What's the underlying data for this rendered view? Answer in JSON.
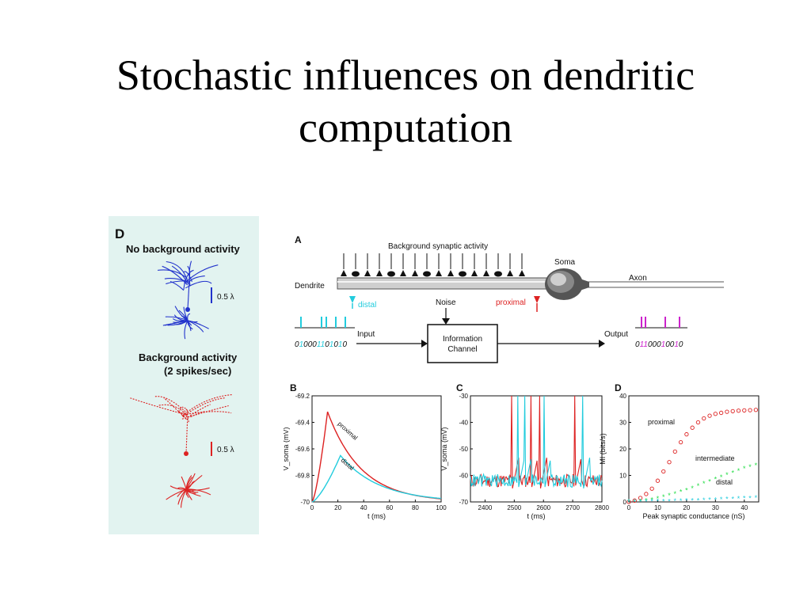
{
  "slide": {
    "title_line1": "Stochastic influences on dendritic",
    "title_line2": "computation"
  },
  "colors": {
    "left_bg": "#e2f3f0",
    "blue_neuron": "#2233cc",
    "red_neuron": "#dd2222",
    "cyan": "#22ccdd",
    "magenta": "#cc22cc",
    "red": "#dd2222",
    "green": "#22dd44"
  },
  "panel_left": {
    "letter": "D",
    "title1": "No background activity",
    "scale1": "0.5 λ",
    "title2a": "Background activity",
    "title2b": "(2 spikes/sec)",
    "scale2": "0.5 λ"
  },
  "panel_a": {
    "letter": "A",
    "background_label": "Background synaptic activity",
    "soma_label": "Soma",
    "axon_label": "Axon",
    "dendrite_label": "Dendrite",
    "distal_label": "distal",
    "proximal_label": "proximal",
    "noise_label": "Noise",
    "input_label": "Input",
    "output_label": "Output",
    "channel_line1": "Information",
    "channel_line2": "Channel",
    "input_bits": [
      "0",
      "1",
      "0",
      "0",
      "0",
      "1",
      "1",
      "0",
      "1",
      "0",
      "1",
      "0"
    ],
    "input_colored": [
      1,
      5,
      6,
      8,
      10
    ],
    "output_bits": [
      "0",
      "1",
      "1",
      "0",
      "0",
      "0",
      "1",
      "0",
      "0",
      "1",
      "0"
    ],
    "output_colored": [
      1,
      2,
      6,
      9
    ]
  },
  "chart_data": [
    {
      "panel": "B",
      "type": "line",
      "xlabel": "t (ms)",
      "ylabel": "V_soma (mV)",
      "xlim": [
        0,
        100
      ],
      "ylim": [
        -70,
        -69.2
      ],
      "xticks": [
        "0",
        "20",
        "40",
        "60",
        "80",
        "100"
      ],
      "yticks": [
        "-70",
        "-69.8",
        "-69.6",
        "-69.4",
        "-69.2"
      ],
      "series": [
        {
          "name": "proximal",
          "color": "#dd2222",
          "peak_t": 12,
          "peak_v": -69.32,
          "decay_ms": 26
        },
        {
          "name": "distal",
          "color": "#22ccdd",
          "peak_t": 22,
          "peak_v": -69.65,
          "decay_ms": 30
        }
      ]
    },
    {
      "panel": "C",
      "type": "line",
      "xlabel": "t (ms)",
      "ylabel": "V_soma (mV)",
      "xlim": [
        2350,
        2800
      ],
      "ylim": [
        -70,
        -30
      ],
      "xticks": [
        "2400",
        "2500",
        "2600",
        "2700",
        "2800"
      ],
      "yticks": [
        "-70",
        "-60",
        "-50",
        "-40",
        "-30"
      ],
      "series": [
        {
          "color": "#dd2222",
          "spikes": [
            2492,
            2557,
            2588,
            2706
          ]
        },
        {
          "color": "#22ccdd",
          "spikes": [
            2512,
            2535,
            2602,
            2735
          ]
        }
      ]
    },
    {
      "panel": "D",
      "type": "scatter",
      "xlabel": "Peak synaptic conductance (nS)",
      "ylabel": "MI (bits/s)",
      "xlim": [
        0,
        45
      ],
      "ylim": [
        0,
        40
      ],
      "xticks": [
        "0",
        "10",
        "20",
        "30",
        "40"
      ],
      "yticks": [
        "0",
        "10",
        "20",
        "30",
        "40"
      ],
      "series": [
        {
          "name": "proximal",
          "color": "#dd2222",
          "marker": "circle",
          "x": [
            0,
            2,
            4,
            6,
            8,
            10,
            12,
            14,
            16,
            18,
            20,
            22,
            24,
            26,
            28,
            30,
            32,
            34,
            36,
            38,
            40,
            42,
            44
          ],
          "y": [
            0,
            0.5,
            1.5,
            3,
            5,
            8,
            11.5,
            15,
            19,
            22.5,
            25.5,
            28,
            30,
            31.5,
            32.5,
            33.2,
            33.6,
            34,
            34.2,
            34.4,
            34.5,
            34.6,
            34.7
          ]
        },
        {
          "name": "intermediate",
          "color": "#22dd44",
          "marker": "star",
          "x": [
            0,
            2,
            4,
            6,
            8,
            10,
            12,
            14,
            16,
            18,
            20,
            22,
            24,
            26,
            28,
            30,
            32,
            34,
            36,
            38,
            40,
            42,
            44
          ],
          "y": [
            0,
            0,
            0.2,
            0.4,
            0.8,
            1.2,
            1.8,
            2.4,
            3,
            3.7,
            4.4,
            5.1,
            6,
            6.8,
            7.6,
            8.5,
            9.3,
            10.1,
            10.9,
            11.7,
            12.5,
            13.2,
            13.8
          ]
        },
        {
          "name": "distal",
          "color": "#22ccdd",
          "marker": "star",
          "x": [
            0,
            2,
            4,
            6,
            8,
            10,
            12,
            14,
            16,
            18,
            20,
            22,
            24,
            26,
            28,
            30,
            32,
            34,
            36,
            38,
            40,
            42,
            44
          ],
          "y": [
            0,
            0,
            0,
            0,
            0.1,
            0.1,
            0.2,
            0.2,
            0.3,
            0.3,
            0.4,
            0.5,
            0.5,
            0.6,
            0.7,
            0.8,
            0.9,
            1.0,
            1.1,
            1.2,
            1.3,
            1.4,
            1.5
          ]
        }
      ]
    }
  ]
}
